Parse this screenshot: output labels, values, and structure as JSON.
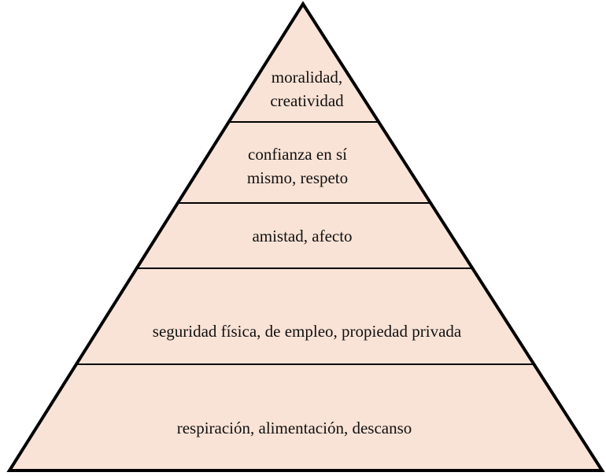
{
  "fill_color": "#F9E3D6",
  "stroke_color": "#000000",
  "levels": [
    {
      "lines": [
        "moralidad,",
        "creatividad"
      ]
    },
    {
      "lines": [
        "confianza en sí",
        "mismo, respeto"
      ]
    },
    {
      "lines": [
        "amistad, afecto"
      ]
    },
    {
      "lines": [
        "seguridad física, de empleo, propiedad privada"
      ]
    },
    {
      "lines": [
        "respiración, alimentación, descanso"
      ]
    }
  ]
}
